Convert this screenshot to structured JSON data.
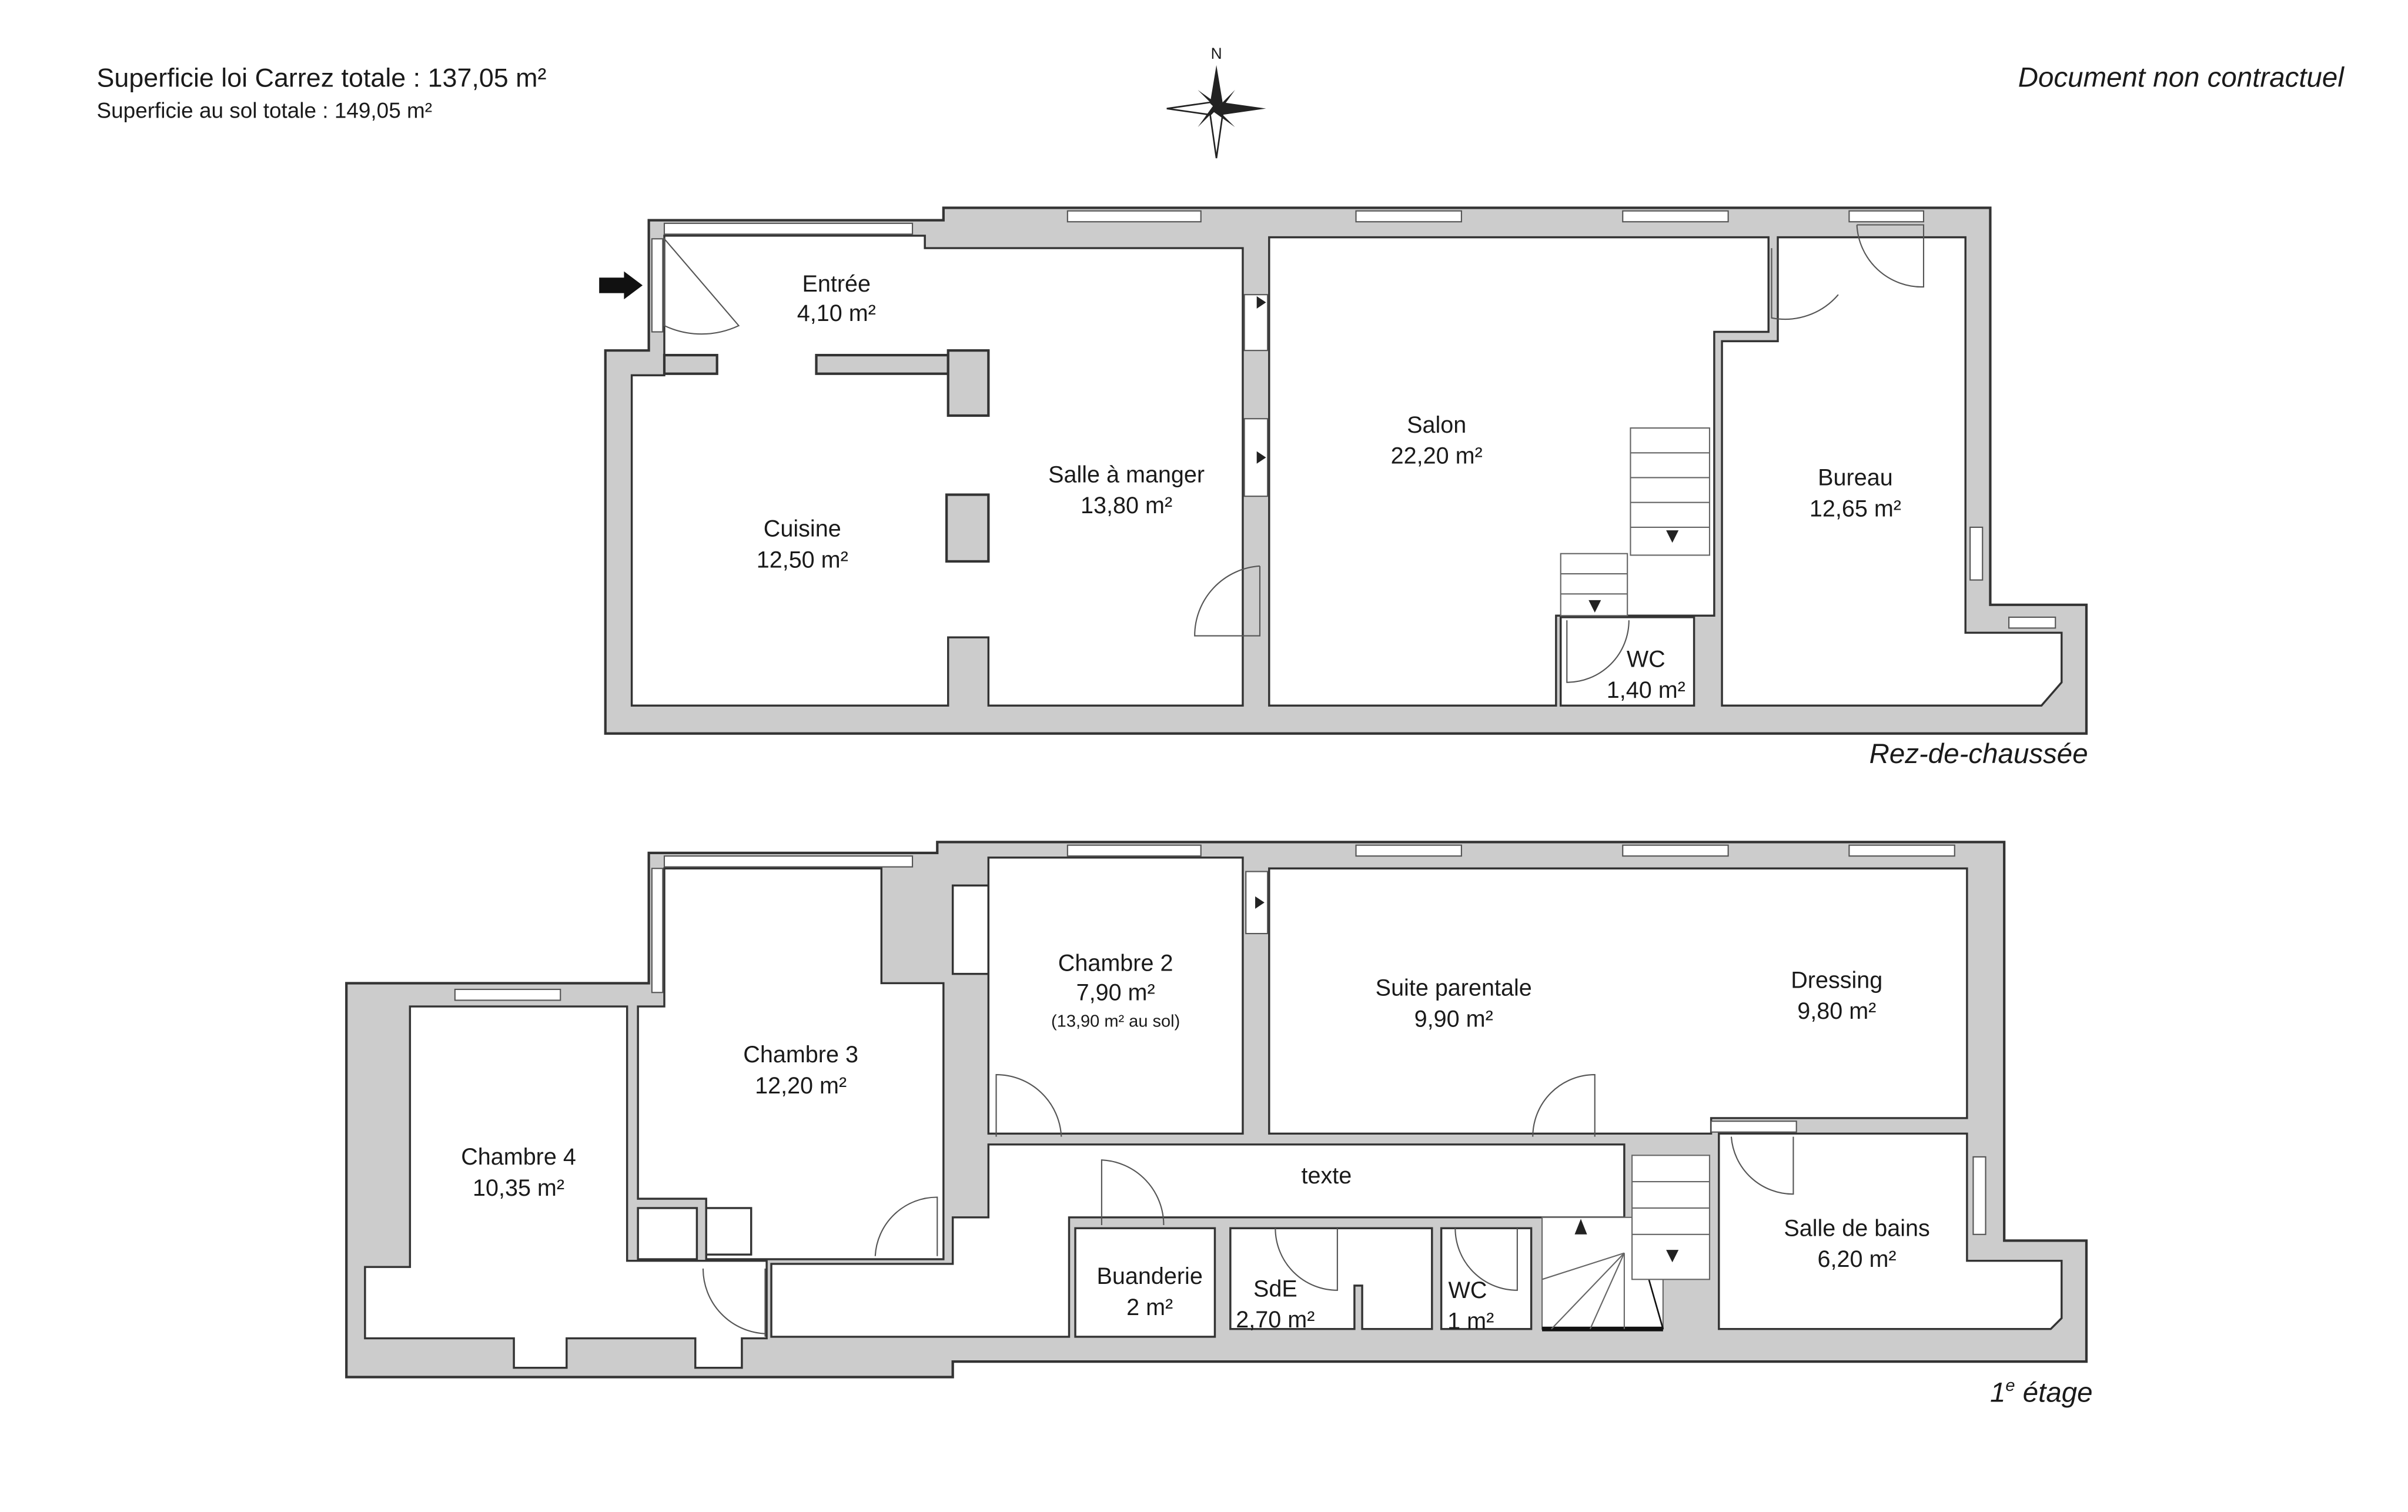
{
  "header": {
    "carrez_total": "Superficie loi Carrez totale :  137,05 m²",
    "sol_total": "Superficie au sol totale :  149,05 m²",
    "disclaimer": "Document non contractuel",
    "compass_north": "N"
  },
  "ground_floor": {
    "label": "Rez-de-chaussée",
    "rooms": [
      {
        "name": "Entrée",
        "area": "4,10 m²"
      },
      {
        "name": "Cuisine",
        "area": "12,50 m²"
      },
      {
        "name": "Salle à manger",
        "area": "13,80 m²"
      },
      {
        "name": "Salon",
        "area": "22,20 m²"
      },
      {
        "name": "WC",
        "area": "1,40 m²"
      },
      {
        "name": "Bureau",
        "area": "12,65 m²"
      }
    ]
  },
  "first_floor": {
    "label_main": "1",
    "label_sup": "e",
    "label_rest": " étage",
    "rooms": [
      {
        "name": "Chambre 4",
        "area": "10,35 m²"
      },
      {
        "name": "Chambre 3",
        "area": "12,20 m²"
      },
      {
        "name": "Chambre 2",
        "area": "7,90 m²",
        "note": "(13,90 m² au sol)"
      },
      {
        "name": "Suite parentale",
        "area": "9,90 m²"
      },
      {
        "name": "Dressing",
        "area": "9,80 m²"
      },
      {
        "name": "texte"
      },
      {
        "name": "Salle de bains",
        "area": "6,20 m²"
      },
      {
        "name": "Buanderie",
        "area": "2 m²"
      },
      {
        "name": "SdE",
        "area": "2,70 m²"
      },
      {
        "name": "WC",
        "area": "1 m²"
      }
    ]
  }
}
